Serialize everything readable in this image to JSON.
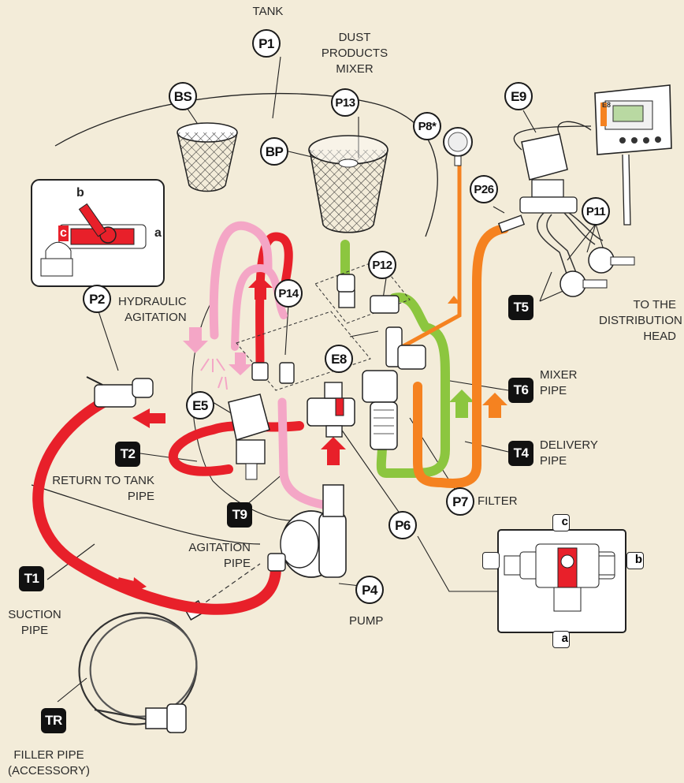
{
  "labels": {
    "tank": "TANK",
    "dust_mixer": [
      "DUST",
      "PRODUCTS",
      "MIXER"
    ],
    "hydraulic_agitation": [
      "HYDRAULIC",
      "AGITATION"
    ],
    "return_to_tank": [
      "RETURN TO TANK",
      "PIPE"
    ],
    "agitation_pipe": [
      "AGITATION",
      "PIPE"
    ],
    "suction_pipe": [
      "SUCTION",
      "PIPE"
    ],
    "filler_pipe": [
      "FILLER PIPE",
      "(ACCESSORY)"
    ],
    "pump": "PUMP",
    "filter": "FILTER",
    "mixer_pipe": [
      "MIXER",
      "PIPE"
    ],
    "delivery_pipe": [
      "DELIVERY",
      "PIPE"
    ],
    "to_distribution": [
      "TO THE",
      "DISTRIBUTION",
      "HEAD"
    ]
  },
  "badges": {
    "P1": "P1",
    "BS": "BS",
    "P13": "P13",
    "BP": "BP",
    "P8": "P8*",
    "E9": "E9",
    "P26": "P26",
    "P11": "P11",
    "P12": "P12",
    "P14": "P14",
    "E8": "E8",
    "E5": "E5",
    "P2": "P2",
    "P7": "P7",
    "P6": "P6",
    "P4": "P4"
  },
  "tags": {
    "T5": "T5",
    "T6": "T6",
    "T4": "T4",
    "T2": "T2",
    "T9": "T9",
    "T1": "T1",
    "TR": "TR"
  },
  "valve_ports": {
    "left_b": "b",
    "left_c": "c",
    "left_a": "a",
    "right_c": "c",
    "right_b": "b",
    "right_a": "a"
  },
  "controller_display": "E8",
  "colors": {
    "background": "#f3ecd9",
    "suction_red": "#e8202a",
    "delivery_orange": "#f58220",
    "mixer_green": "#8cc63f",
    "agitation_pink": "#f4a6c6"
  }
}
